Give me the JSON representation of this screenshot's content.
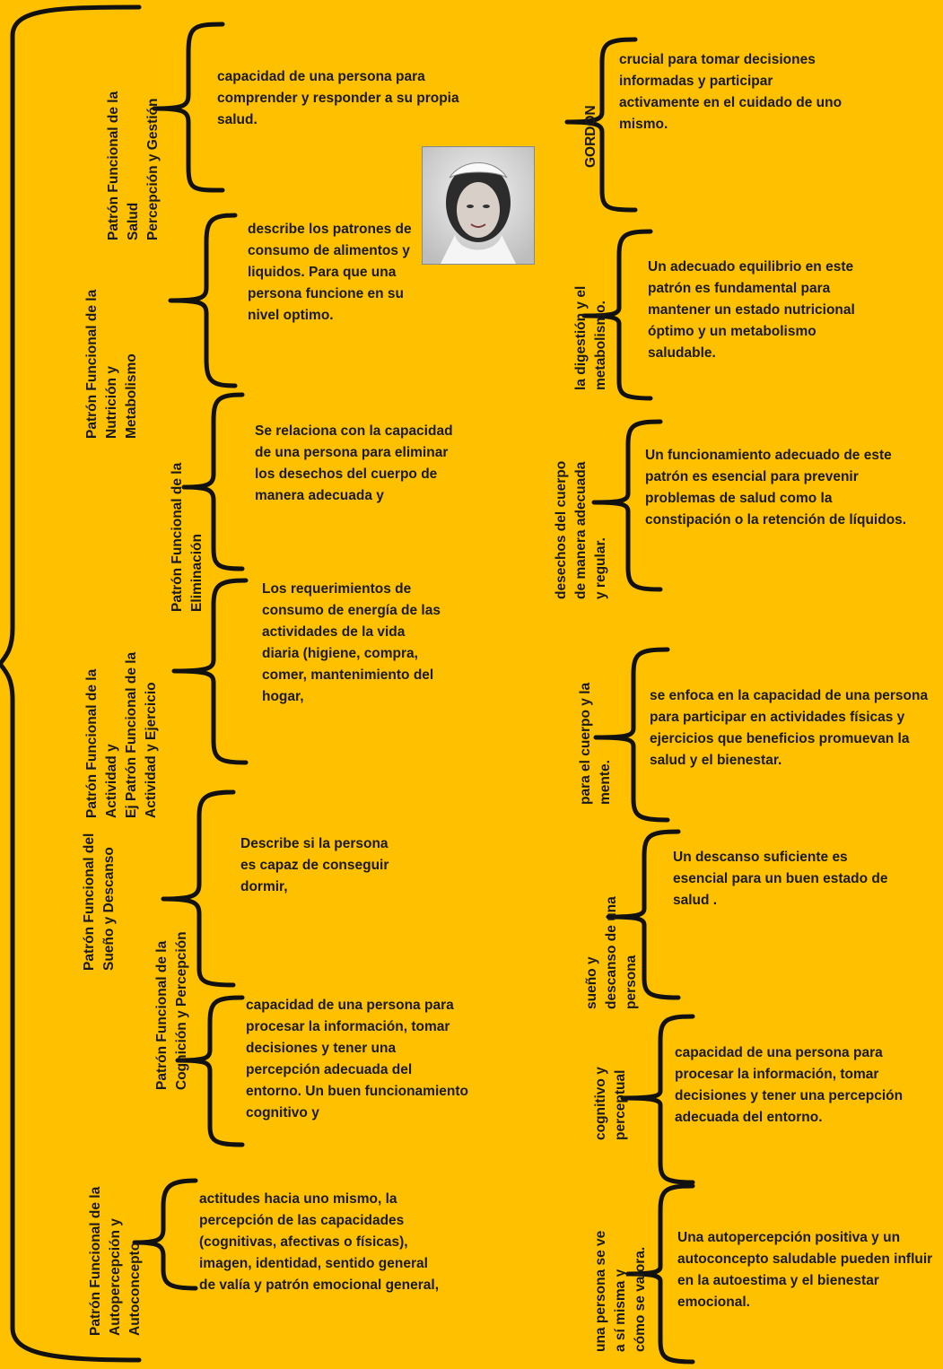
{
  "left": {
    "labels": {
      "l1": [
        "Patrón Funcional de la",
        "Salud",
        "Percepción y Gestión"
      ],
      "l2": [
        "Patrón Funcional de la",
        "Nutrición y",
        "Metabolismo"
      ],
      "l3": [
        "Patrón Funcional de la",
        "Eliminación"
      ],
      "l4": [
        "Patrón Funcional de la",
        "Actividad y",
        "Ej Patrón Funcional de la",
        "Actividad y Ejercicio"
      ],
      "l5": [
        "Patrón Funcional del",
        "Sueño y Descanso"
      ],
      "l6": [
        "Patrón Funcional de la",
        "Cognición y Percepción"
      ],
      "l7": [
        "Patrón Funcional de la",
        "Autopercepción y",
        "Autoconcepto"
      ]
    },
    "texts": {
      "t1": "capacidad de una persona para comprender y responder a su propia salud.",
      "t2": "describe los patrones de consumo de alimentos y liquidos. Para que una persona funcione en su nivel optimo.",
      "t3": "Se relaciona con la capacidad de una persona para eliminar los desechos del cuerpo de manera adecuada y",
      "t4": "Los requerimientos de consumo de energía de las actividades de la vida diaria (higiene, compra, comer, mantenimiento del hogar,",
      "t5": "Describe si la persona es capaz de conseguir dormir,",
      "t6": "capacidad de una persona para procesar la información, tomar decisiones y tener una percepción adecuada del entorno. Un buen funcionamiento cognitivo y",
      "t7": "actitudes hacia uno mismo, la percepción de las capacidades (cognitivas, afectivas o físicas), imagen, identidad, sentido general de valía y patrón emocional general,"
    }
  },
  "right": {
    "labels": {
      "r1": [
        "GORDON"
      ],
      "r2": [
        "la digestión y el",
        "metabolismo."
      ],
      "r3": [
        "desechos del cuerpo",
        "de manera adecuada",
        "y regular."
      ],
      "r4": [
        "para el cuerpo y la",
        "mente."
      ],
      "r5": [
        "sueño y",
        "descanso de una",
        "persona"
      ],
      "r6": [
        "cognitivo y",
        "perceptual"
      ],
      "r7": [
        "una persona se ve",
        "a sí misma y",
        "cómo se valora."
      ]
    },
    "texts": {
      "t1": "crucial para tomar decisiones informadas y participar activamente en el cuidado de uno mismo.",
      "t2": "Un adecuado equilibrio en este patrón es fundamental para mantener un estado nutricional óptimo y un metabolismo saludable.",
      "t3": "Un funcionamiento adecuado de este patrón es esencial para prevenir problemas de salud como la constipación o la retención de líquidos.",
      "t4": "se enfoca en la capacidad de una persona para participar en actividades físicas y ejercicios que beneficios promuevan la salud y el bienestar.",
      "t5": "Un descanso suficiente es esencial para un buen estado de salud .",
      "t6": "capacidad de una persona para procesar la información, tomar decisiones y tener una percepción adecuada del entorno.",
      "t7": "Una autopercepción positiva y un autoconcepto saludable pueden influir en la autoestima y el bienestar emocional."
    }
  },
  "portrait": {
    "alt": "nurse-portrait"
  }
}
